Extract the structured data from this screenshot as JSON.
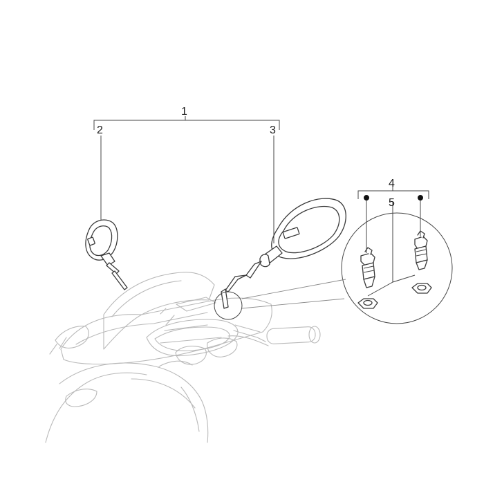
{
  "callouts": [
    {
      "id": "1",
      "label": "1"
    },
    {
      "id": "2",
      "label": "2"
    },
    {
      "id": "3",
      "label": "3"
    },
    {
      "id": "4",
      "label": "4"
    },
    {
      "id": "5",
      "label": "5"
    }
  ],
  "colors": {
    "line_dark": "#3a3a3a",
    "line_faded": "#b9b9b9",
    "background": "#ffffff"
  }
}
